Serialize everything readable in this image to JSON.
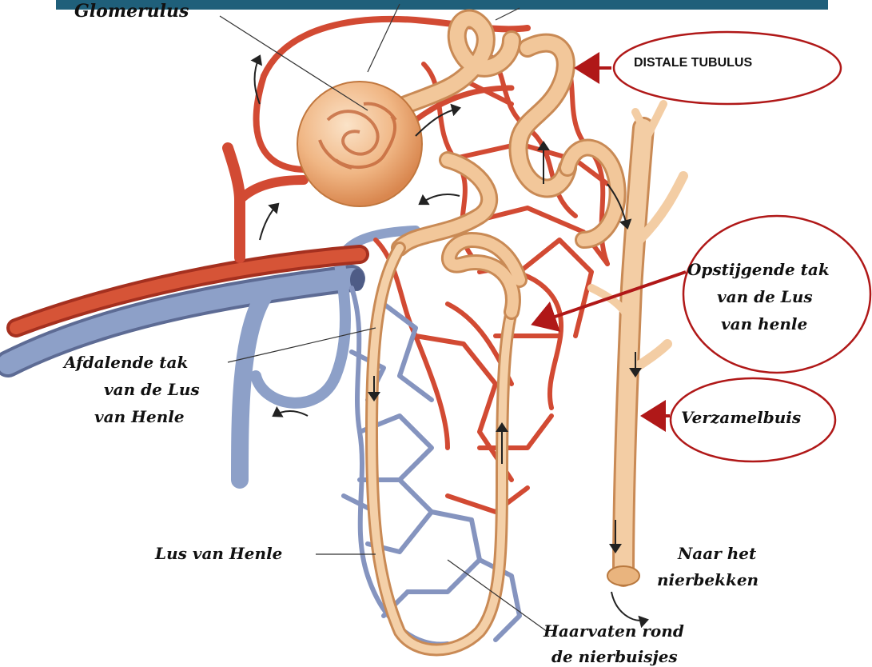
{
  "labels": {
    "glomerulus": "Glomerulus",
    "distale_tubulus": "DISTALE TUBULUS",
    "opstijgende_line1": "Opstijgende tak",
    "opstijgende_line2": "van de Lus",
    "opstijgende_line3": "van henle",
    "afdalende_line1": "Afdalende tak",
    "afdalende_line2": "van de Lus",
    "afdalende_line3": "van Henle",
    "verzamelbuis": "Verzamelbuis",
    "lus_van_henle": "Lus van Henle",
    "naar_line1": "Naar het",
    "naar_line2": "nierbekken",
    "haarvaten_line1": "Haarvaten rond",
    "haarvaten_line2": "de nierbuisjes"
  },
  "colors": {
    "header_bar": "#1f5f7a",
    "artery": "#d24a33",
    "vein": "#8392b8",
    "tubule": "#eab98a",
    "highlight_ring": "#b01818",
    "callout_arrow": "#b01818"
  }
}
